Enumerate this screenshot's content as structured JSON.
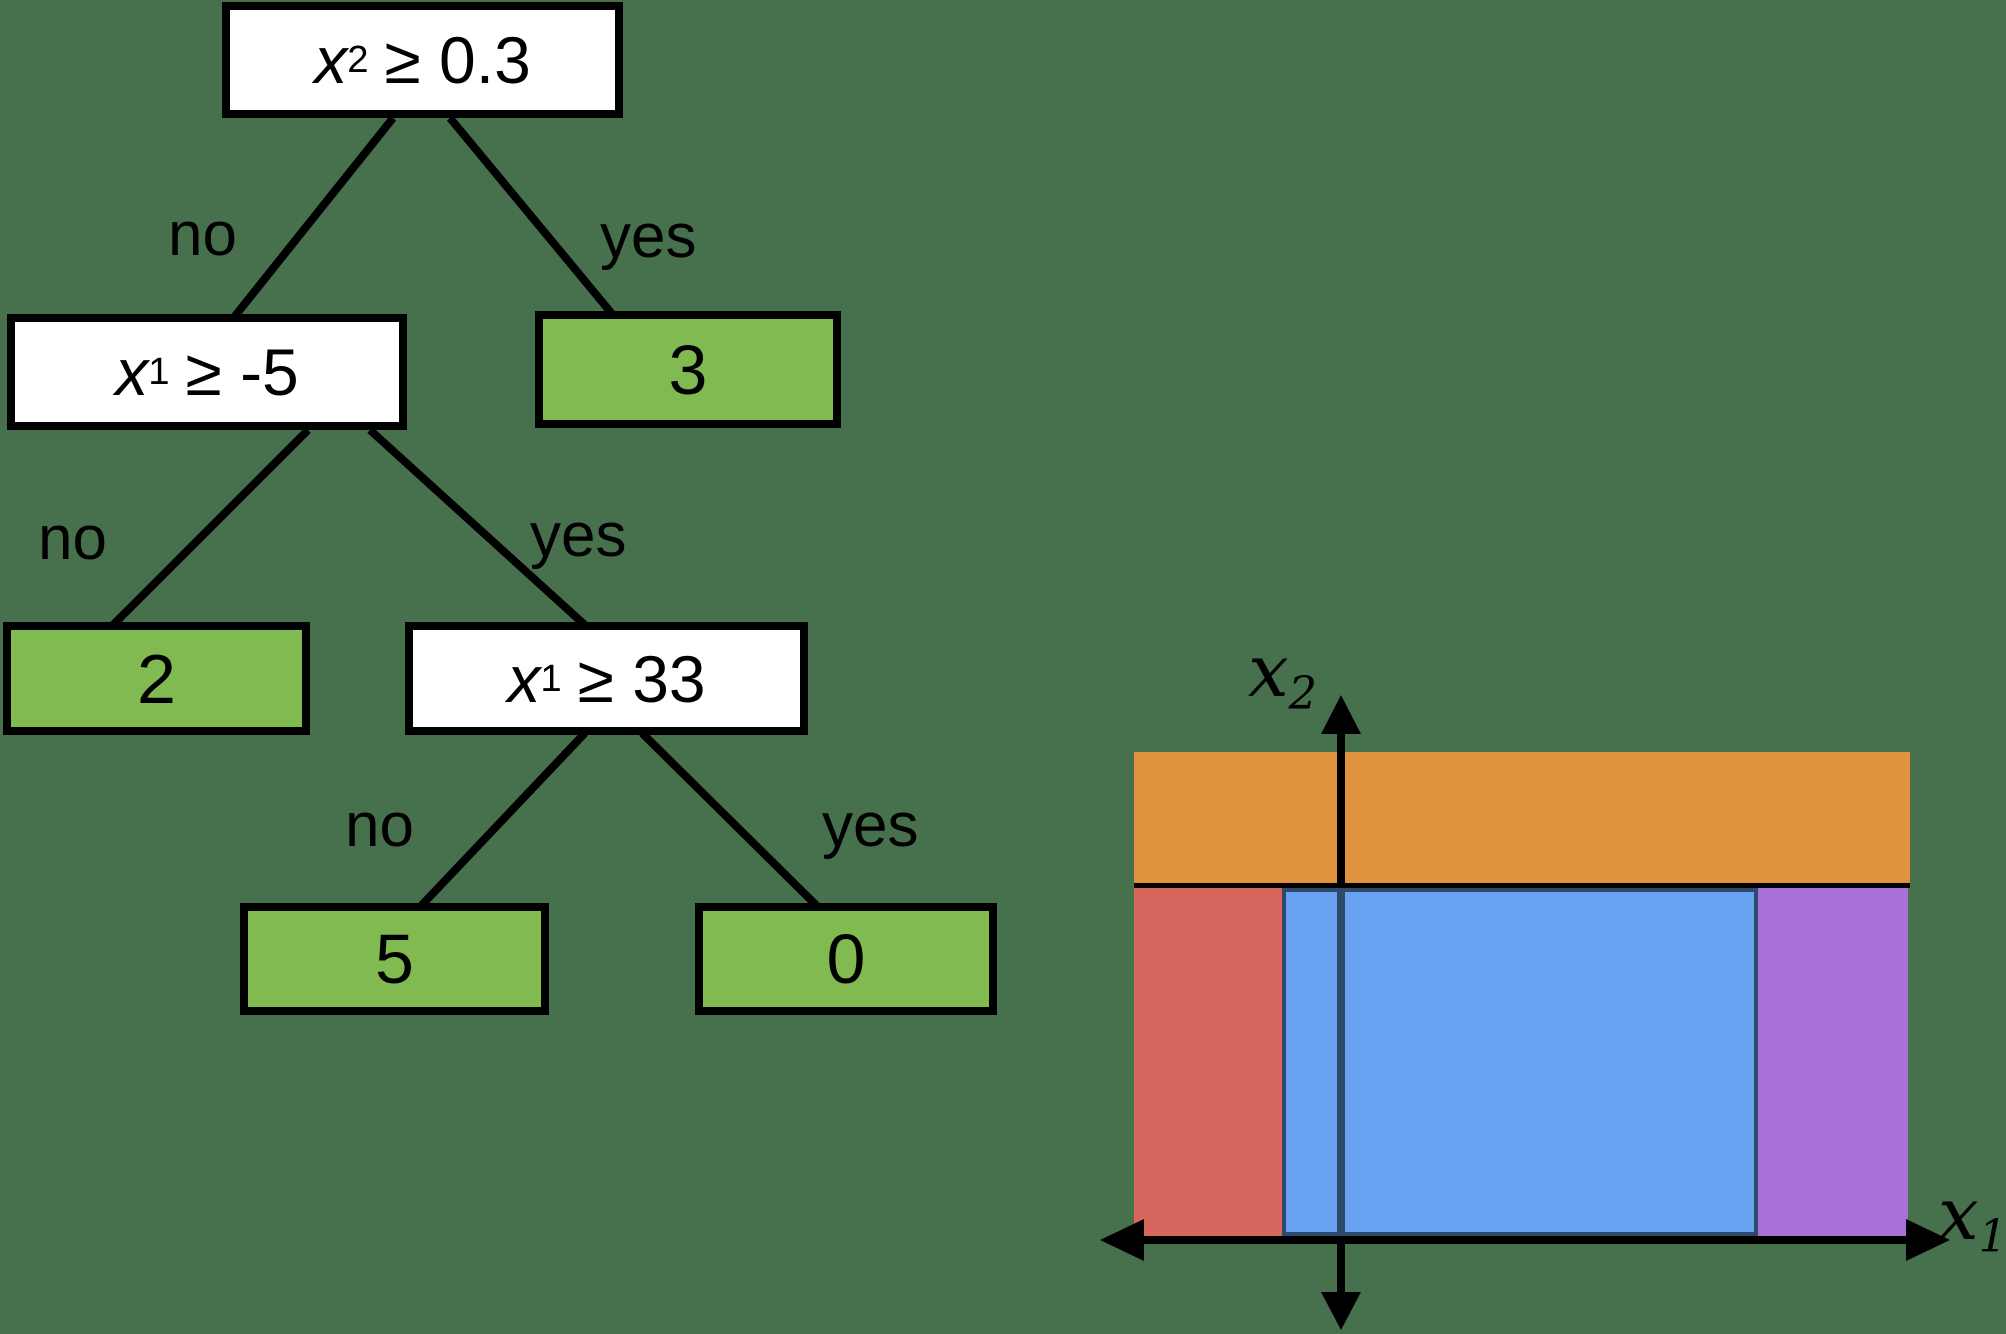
{
  "colors": {
    "background": "#47704d",
    "leaf_green": "#80ba50",
    "node_white": "#ffffff",
    "line_black": "#000000",
    "region_orange": "#e0923c",
    "region_red": "#d6665e",
    "region_blue": "#69a2f0",
    "region_purple": "#a970d8",
    "axis_through_blue_navy": "#2e4a6b"
  },
  "tree": {
    "nodes": {
      "root": {
        "var": "x",
        "sub": "2",
        "cond": "≥ 0.3"
      },
      "n1": {
        "var": "x",
        "sub": "1",
        "cond": "≥ -5"
      },
      "n2": {
        "var": "x",
        "sub": "1",
        "cond": "≥ 33"
      }
    },
    "leaves": {
      "leaf3": {
        "value": "3"
      },
      "leaf2": {
        "value": "2"
      },
      "leaf5": {
        "value": "5"
      },
      "leaf0": {
        "value": "0"
      }
    },
    "edge_labels": {
      "root_no": "no",
      "root_yes": "yes",
      "n1_no": "no",
      "n1_yes": "yes",
      "n2_no": "no",
      "n2_yes": "yes"
    }
  },
  "plot": {
    "x_axis_label": {
      "var": "x",
      "sub": "1"
    },
    "y_axis_label": {
      "var": "x",
      "sub": "2"
    },
    "regions": [
      {
        "name": "top-band",
        "color": "#e0923c"
      },
      {
        "name": "left-band",
        "color": "#d6665e"
      },
      {
        "name": "middle-band",
        "color": "#69a2f0"
      },
      {
        "name": "right-band",
        "color": "#a970d8"
      }
    ]
  }
}
